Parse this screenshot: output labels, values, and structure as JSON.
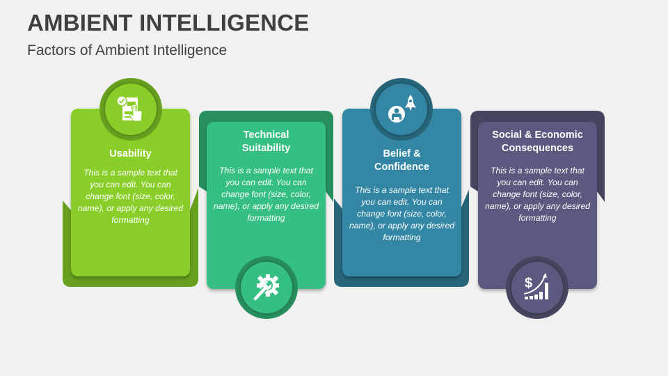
{
  "header": {
    "title": "AMBIENT INTELLIGENCE",
    "subtitle": "Factors of Ambient Intelligence"
  },
  "colors": {
    "card1": {
      "light": "#8acf29",
      "dark": "#67a01f"
    },
    "card2": {
      "light": "#36bf82",
      "dark": "#278e5e"
    },
    "card3": {
      "light": "#3387a4",
      "dark": "#26657a"
    },
    "card4": {
      "light": "#5a5a80",
      "dark": "#46455f"
    }
  },
  "cards": [
    {
      "title": "Usability",
      "icon": "touch-checklist-icon",
      "body": "This is a sample text that you can edit. You can change font (size, color, name), or apply any desired formatting"
    },
    {
      "title": "Technical Suitability",
      "icon": "wrench-gear-icon",
      "body": "This is a sample text that you can edit. You can change font (size, color, name), or apply any desired formatting"
    },
    {
      "title": "Belief & Confidence",
      "icon": "person-rocket-icon",
      "body": "This is a sample text that you can edit. You can change font (size, color, name), or apply any desired formatting"
    },
    {
      "title": "Social & Economic Consequences",
      "icon": "dollar-growth-chart-icon",
      "body": "This is a sample text that you can edit. You can change font (size, color, name), or apply any desired formatting"
    }
  ]
}
